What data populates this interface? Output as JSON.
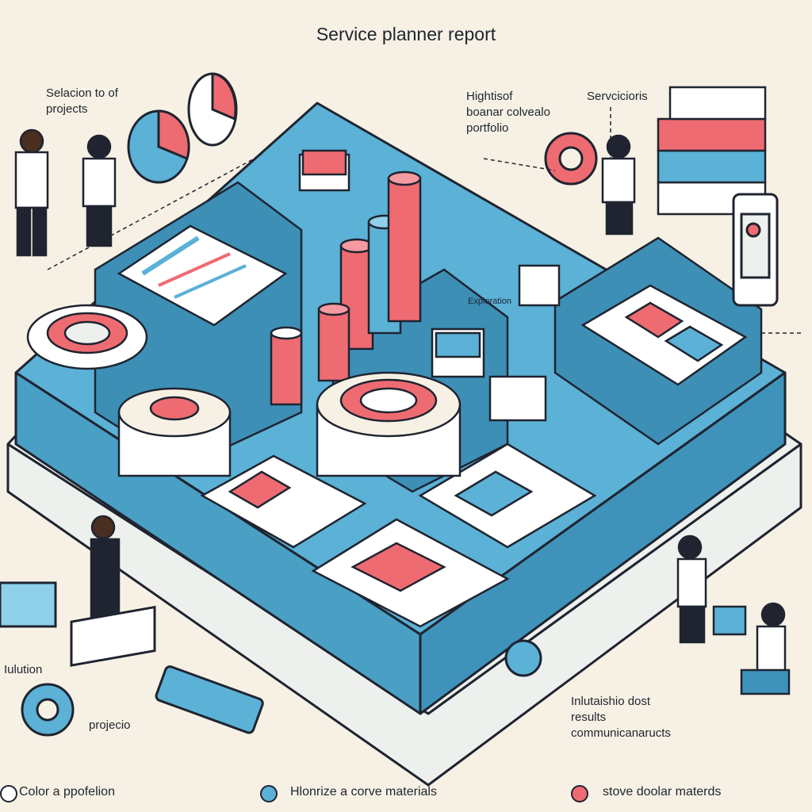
{
  "title": "Service planner report",
  "labels": {
    "selection": "Selacion to of\nprojects",
    "highlights": "Hightisof\nboanar colvealo\nportfolio",
    "services": "Servcicioris",
    "exploration": "Exploration",
    "iulution": "Iulution",
    "projects": "projecio",
    "results": "Inlutaishio dost\nresults\ncommunicanaructs"
  },
  "legend": [
    {
      "text": "Color a ppofelion",
      "color": "#ffffff"
    },
    {
      "text": "Hlonrize a corve materials",
      "color": "#5bb1d6"
    },
    {
      "text": "stove doolar materds",
      "color": "#ee6b72"
    }
  ],
  "colors": {
    "blue": "#5bb1d6",
    "coral": "#ee6b72",
    "ink": "#1f2430",
    "cream": "#f6f1e4"
  }
}
